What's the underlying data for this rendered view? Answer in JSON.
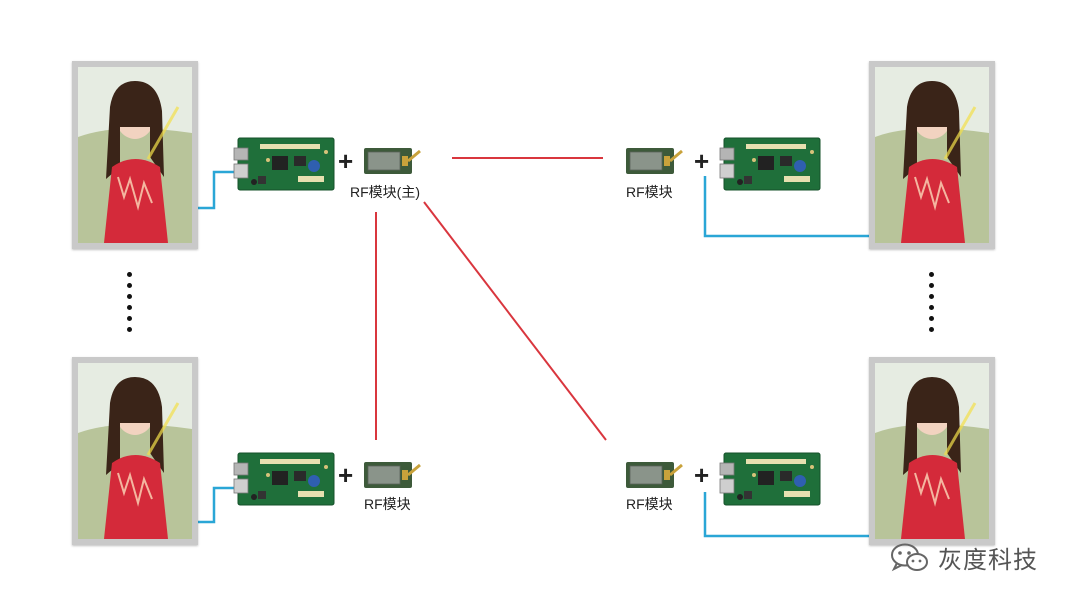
{
  "labels": {
    "master": "RF模块(主)",
    "top_right": "RF模块",
    "bottom_left": "RF模块",
    "bottom_right": "RF模块"
  },
  "plus_sign": "+",
  "watermark": {
    "text": "灰度科技",
    "icon": "wechat-icon"
  },
  "colors": {
    "rf_link": "#d9363e",
    "cable": "#2aa6d6",
    "board": "#1f6f3a",
    "frame": "#c9c9c9"
  },
  "icons": {
    "display": "led-poster-display-icon",
    "controller": "controller-board-icon",
    "rf": "rf-module-icon"
  }
}
